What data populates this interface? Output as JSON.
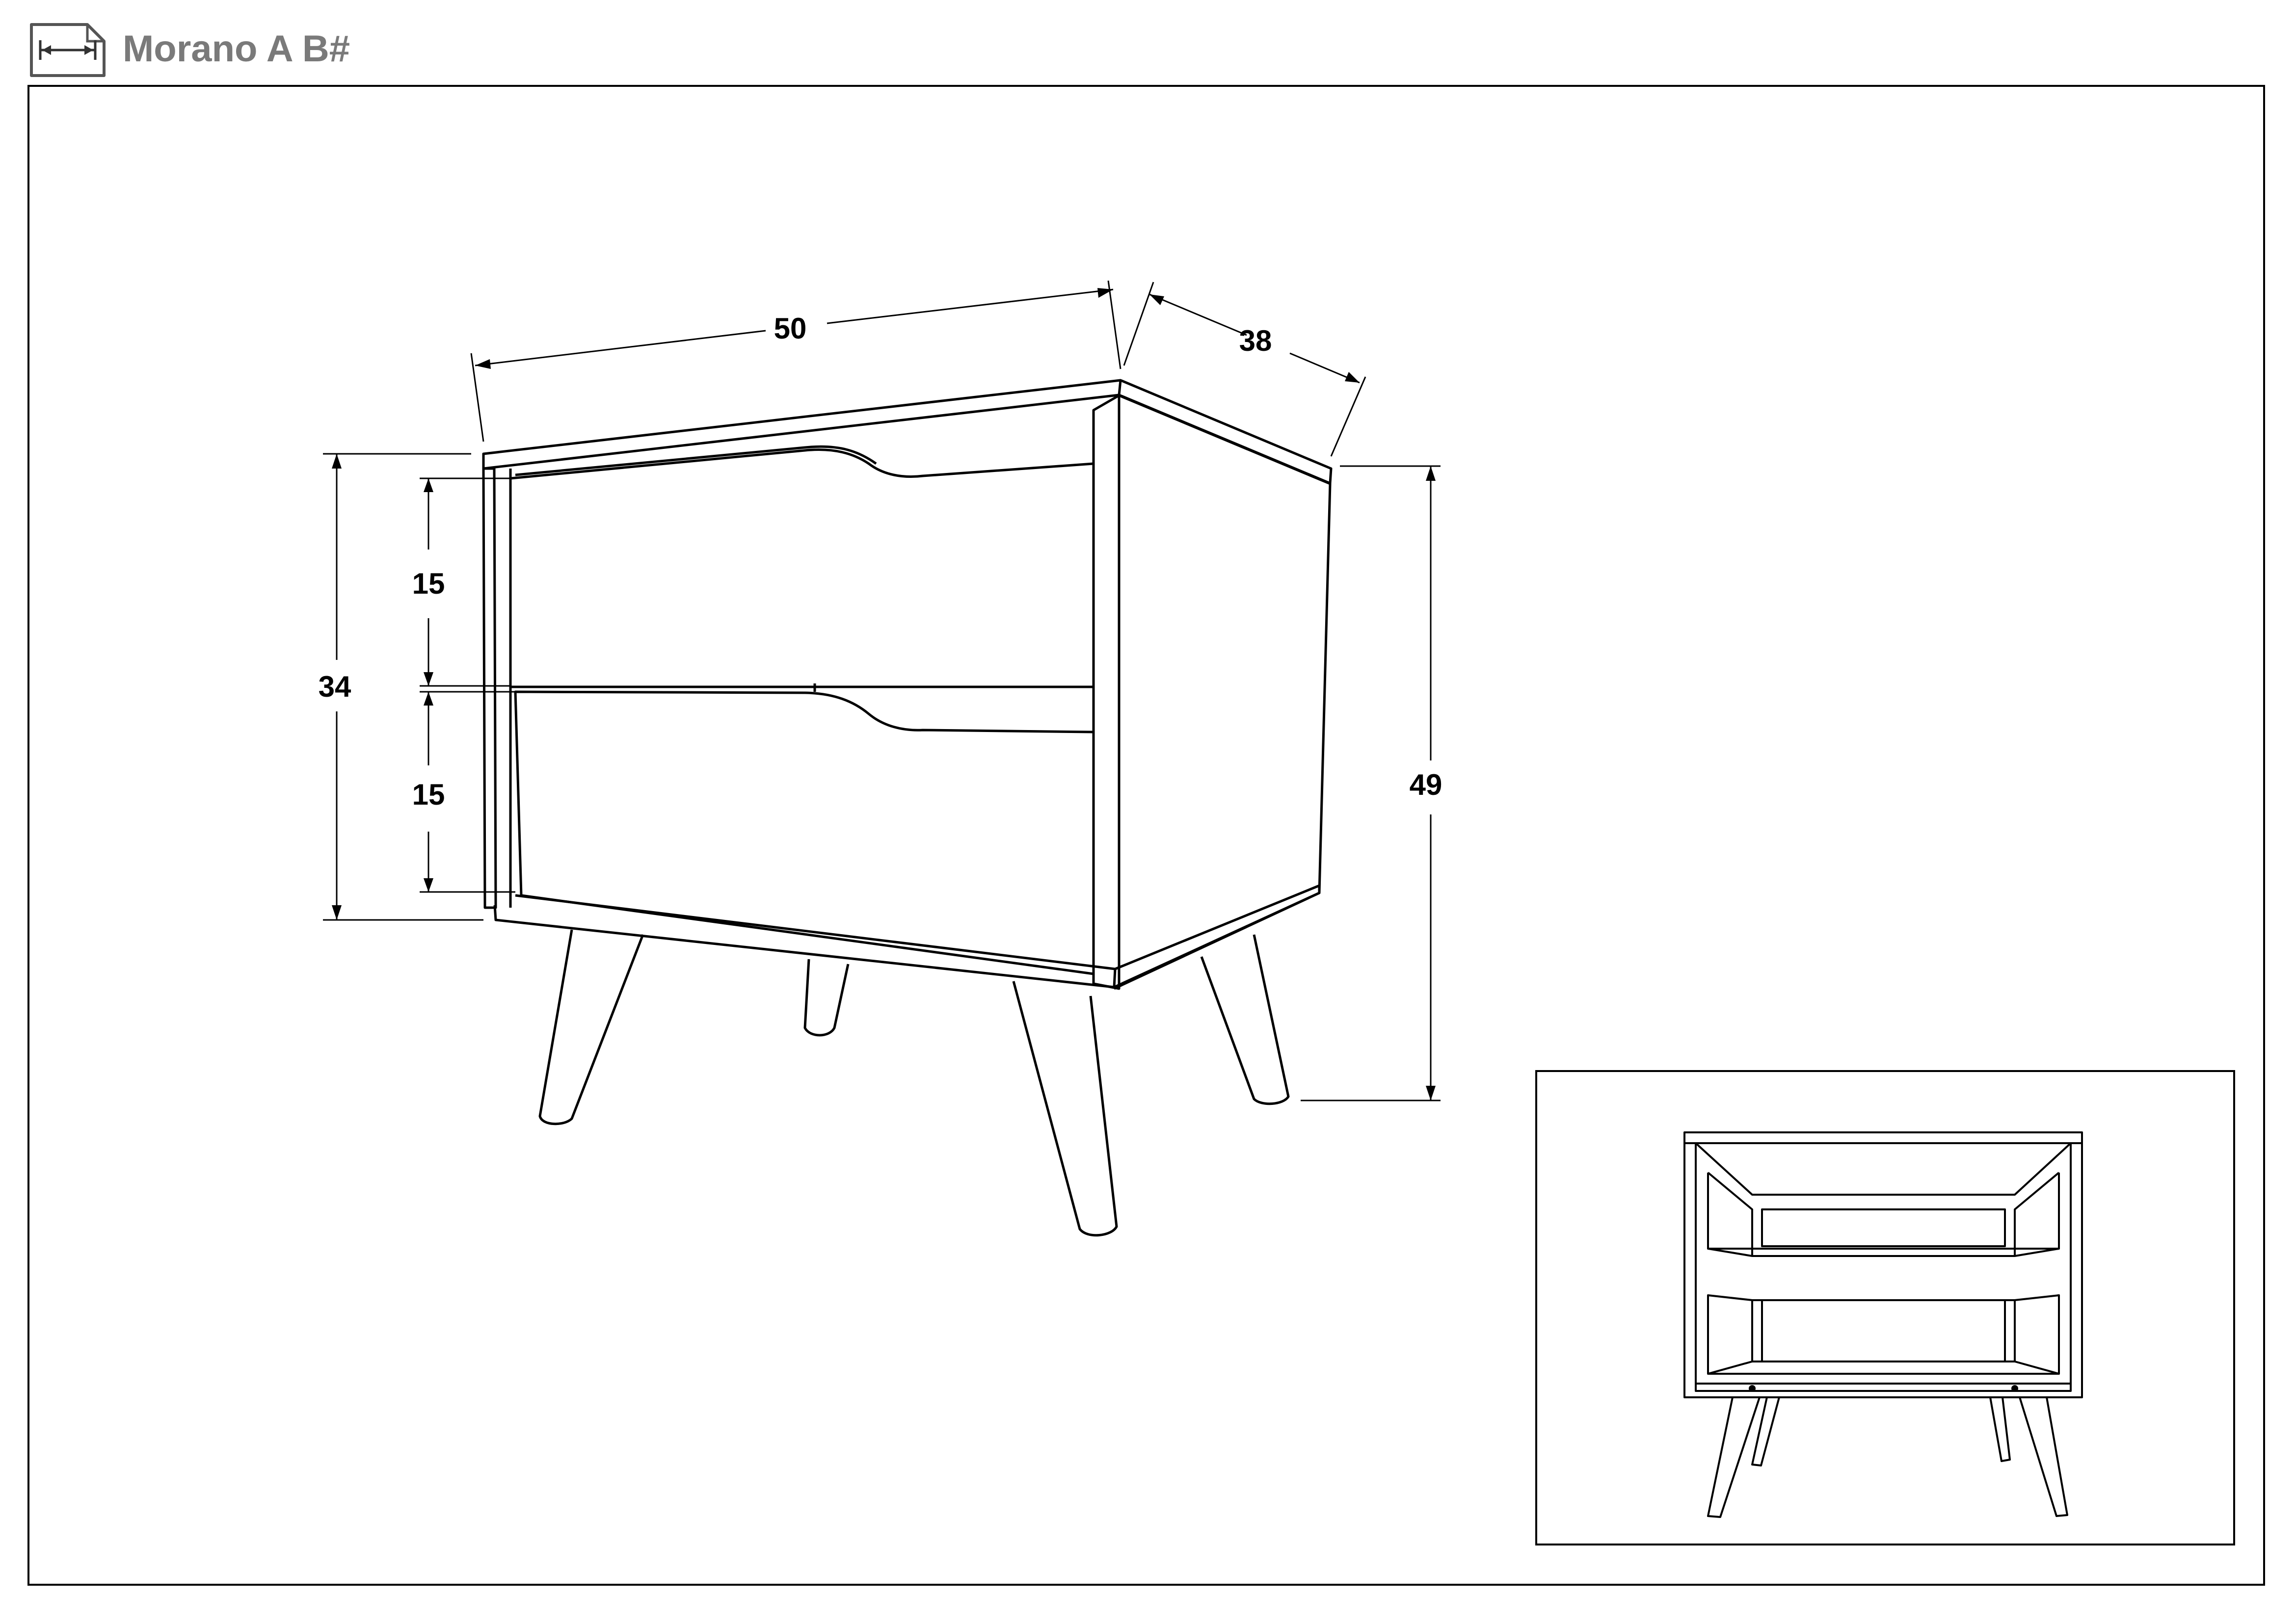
{
  "header": {
    "icon": "dimension-arrows-icon",
    "title": "Morano A B#"
  },
  "dimensions": {
    "width": "50",
    "depth": "38",
    "body_height": "34",
    "total_height": "49",
    "drawer_top_height": "15",
    "drawer_bottom_height": "15"
  },
  "colors": {
    "header_text": "#7a7a7a",
    "line": "#000000",
    "background": "#ffffff"
  }
}
